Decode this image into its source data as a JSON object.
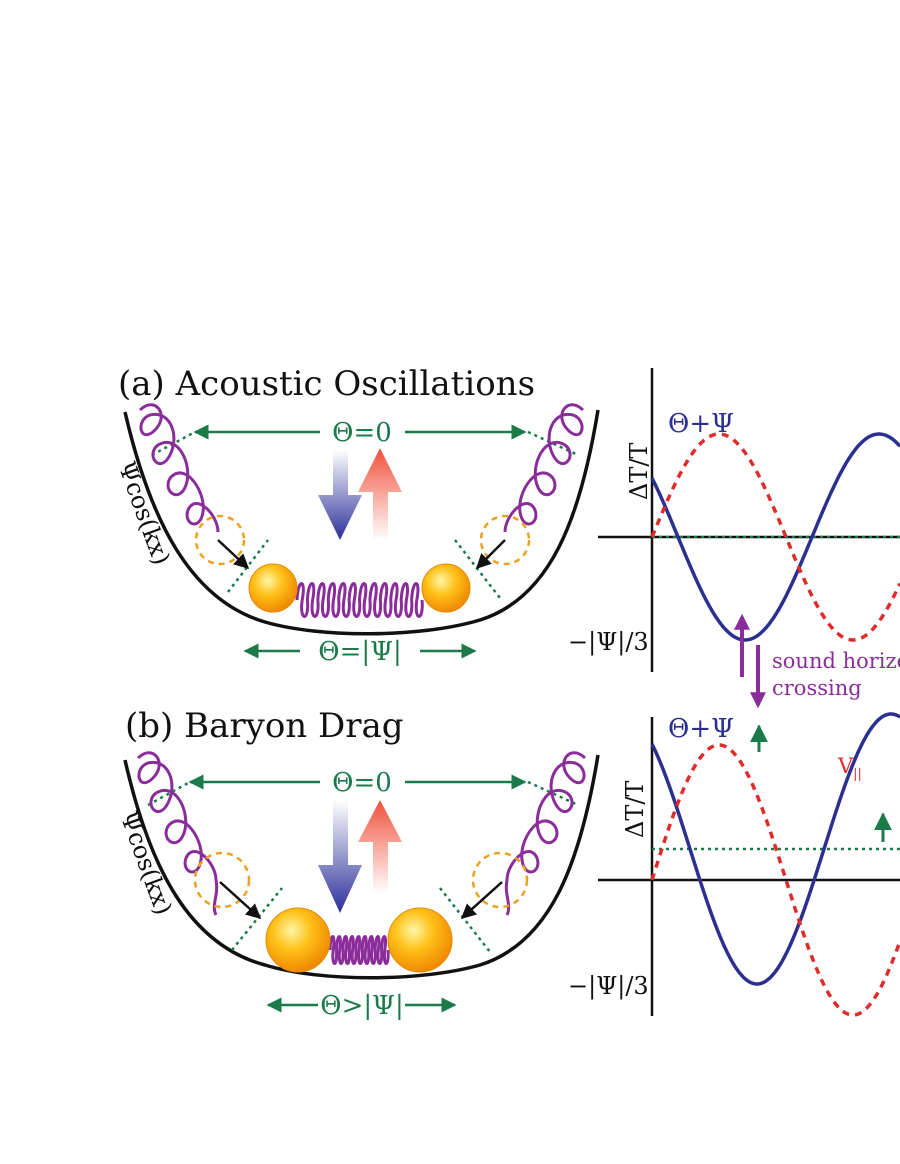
{
  "colors": {
    "bowl": "#111111",
    "spring": "#8b2c9b",
    "green": "#1a7a4a",
    "blue": "#2b2f8f",
    "red": "#e02b2b",
    "orange": "#f0a020"
  },
  "panel_a": {
    "title": "(a) Acoustic Oscillations",
    "potential_label": "Ψcos(kx)",
    "top_label": "Θ=0",
    "bottom_label": "Θ=|Ψ|",
    "sine_label": "Θ+Ψ",
    "axis_label": "ΔT/T",
    "min_label": "−|Ψ|/3"
  },
  "panel_b": {
    "title": "(b) Baryon Drag",
    "potential_label": "Ψcos(kx)",
    "top_label": "Θ=0",
    "bottom_label": "Θ>|Ψ|",
    "sine_label": "Θ+Ψ",
    "axis_label": "ΔT/T",
    "min_label": "−|Ψ|/3",
    "velocity_label": "V",
    "velocity_subscript": "||"
  },
  "between": {
    "line1": "sound horizon",
    "line2": "crossing"
  },
  "icons": [
    "cold-arrow-icon",
    "hot-arrow-icon",
    "baryon-ball-icon",
    "spring-icon"
  ]
}
